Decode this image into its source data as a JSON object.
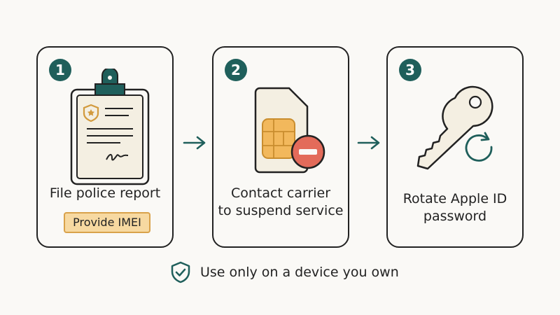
{
  "steps": [
    {
      "number": "1",
      "label": "File police report",
      "badge": "Provide IMEI",
      "icon": "clipboard-report-icon"
    },
    {
      "number": "2",
      "label": "Contact carrier\nto suspend service",
      "icon": "sim-card-suspend-icon"
    },
    {
      "number": "3",
      "label": "Rotate Apple ID\npassword",
      "icon": "key-rotate-icon"
    }
  ],
  "footer": {
    "text": "Use only on a device you own",
    "icon": "shield-check-icon"
  },
  "colors": {
    "accent": "#1f5f5b",
    "badge_fill": "#f7d9a1",
    "badge_border": "#d9a24a",
    "sim_chip": "#f2b85c",
    "suspend_red": "#e36b5a",
    "paper": "#f4efe2",
    "outline": "#222222"
  }
}
